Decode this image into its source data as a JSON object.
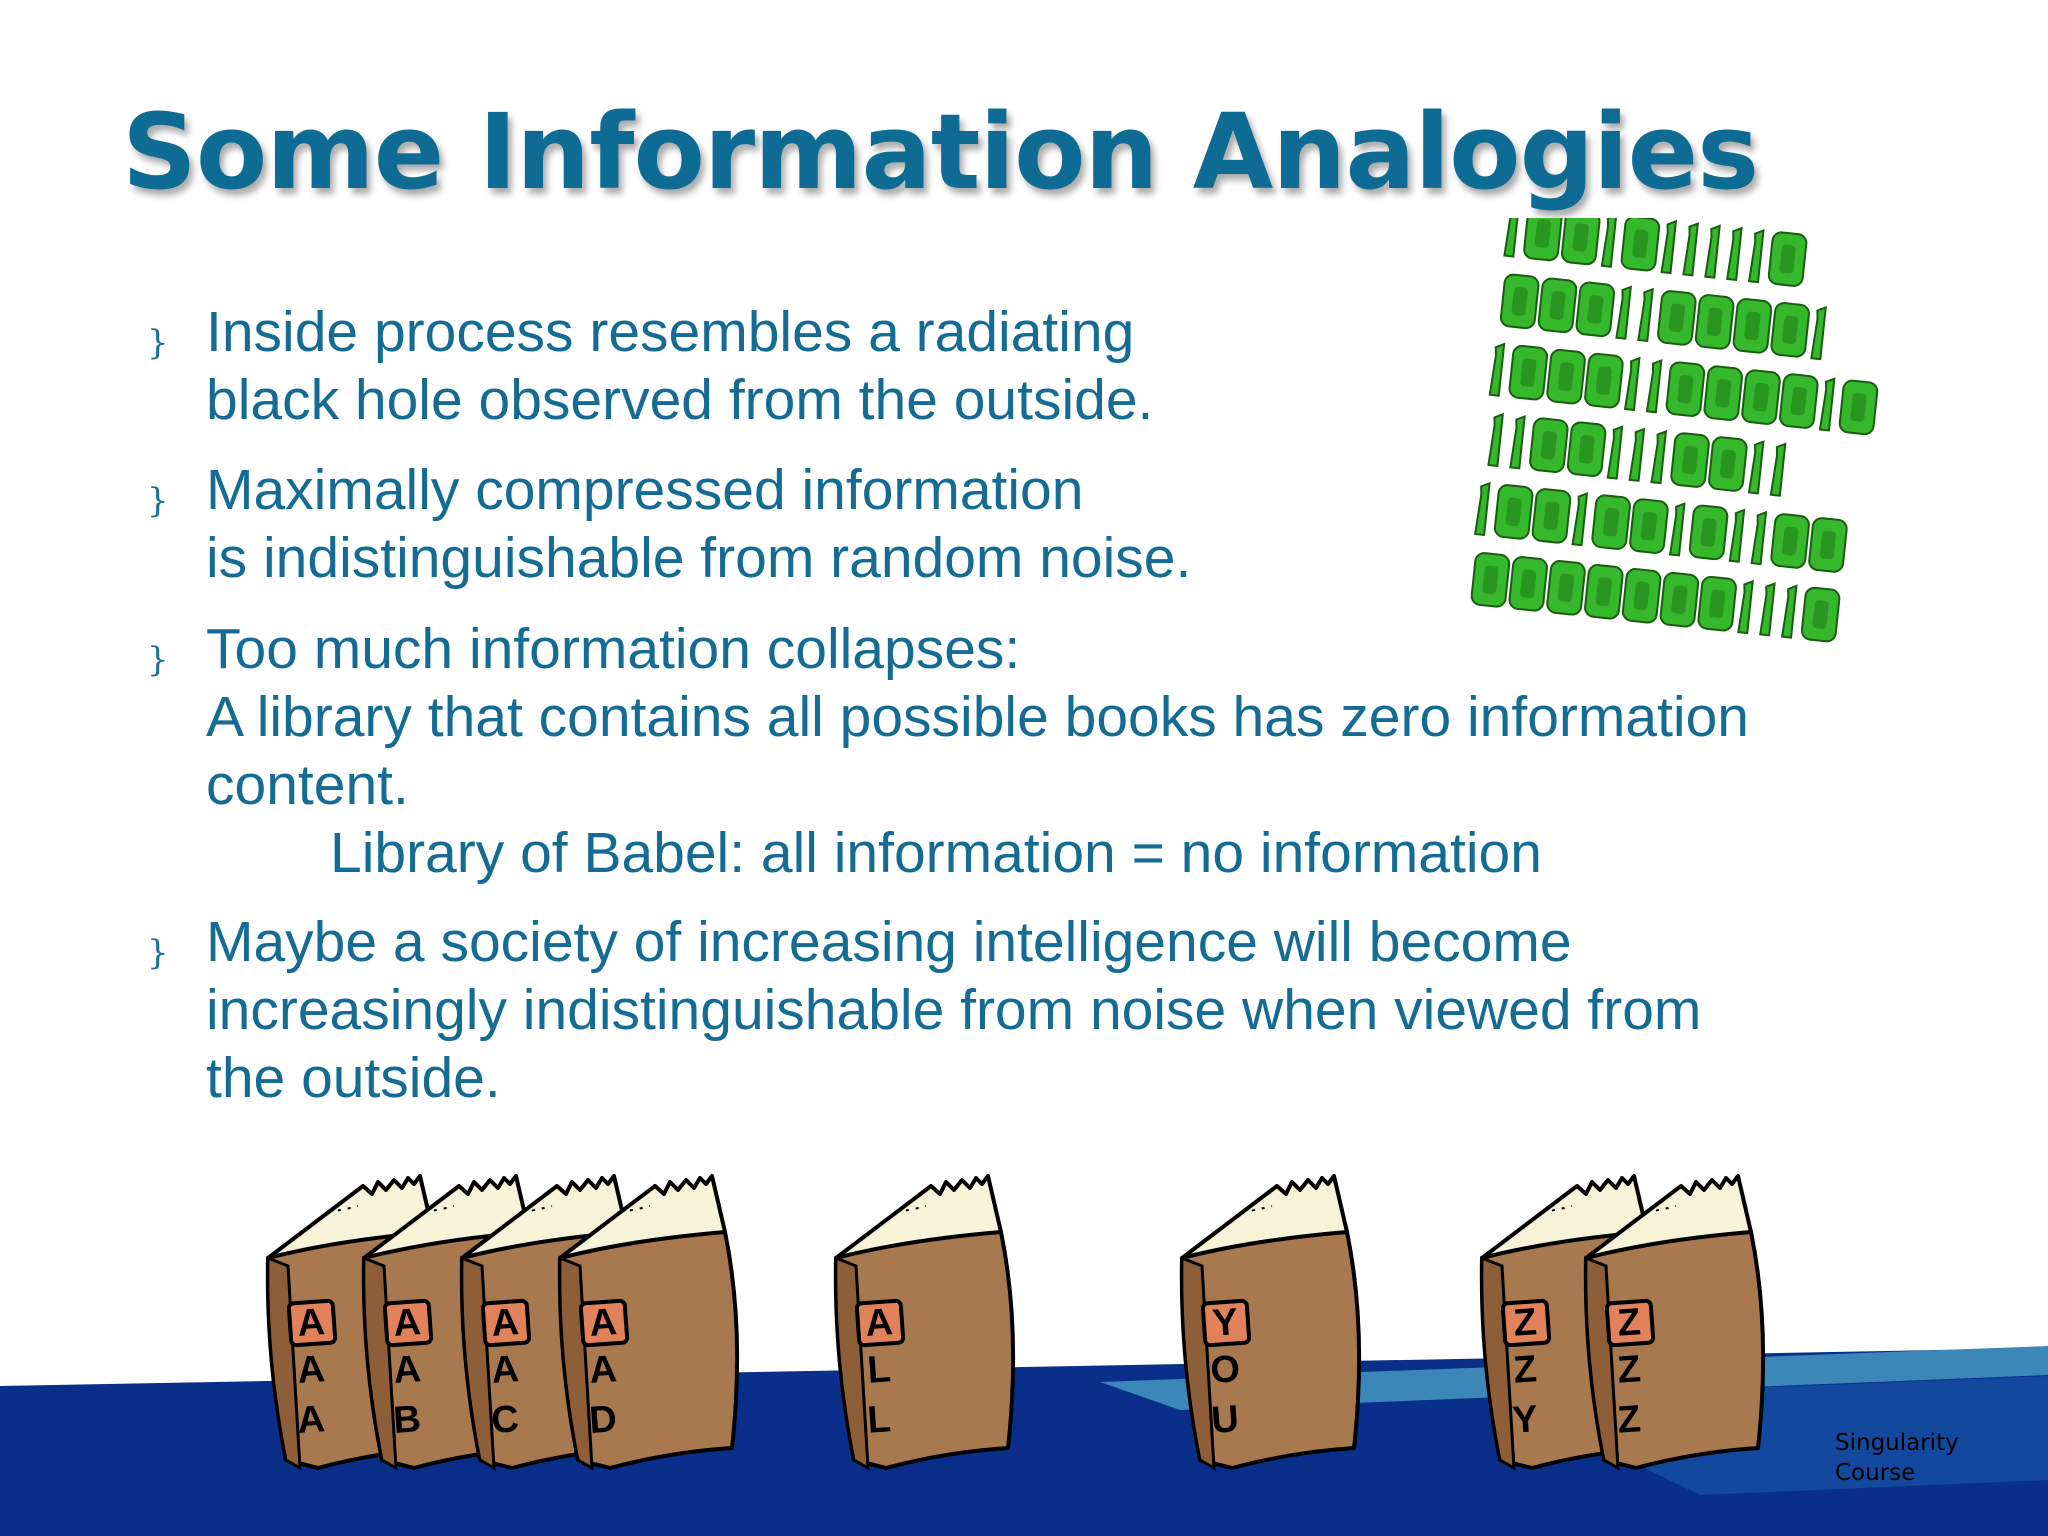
{
  "slide": {
    "title": "Some Information Analogies",
    "bullet_glyph": "}",
    "bullets": [
      {
        "lines": [
          "Inside process resembles a radiating",
          "black hole observed from the outside."
        ]
      },
      {
        "lines": [
          "Maximally compressed information",
          "is indistinguishable from random noise."
        ]
      },
      {
        "lines": [
          "Too much information collapses:",
          "A library that contains all possible books has zero information",
          "content."
        ],
        "sub": "Library of Babel:  all information = no information"
      },
      {
        "lines": [
          "Maybe a society of increasing intelligence will become",
          "increasingly indistinguishable from noise when viewed from",
          "the outside."
        ]
      }
    ],
    "books": [
      {
        "spine": [
          "A",
          "A",
          "A"
        ]
      },
      {
        "spine": [
          "A",
          "A",
          "B"
        ]
      },
      {
        "spine": [
          "A",
          "A",
          "C"
        ]
      },
      {
        "spine": [
          "A",
          "A",
          "D"
        ]
      },
      {
        "spine": [
          "A",
          "L",
          "L"
        ]
      },
      {
        "spine": [
          "Y",
          "O",
          "U"
        ]
      },
      {
        "spine": [
          "Z",
          "Z",
          "Y"
        ]
      },
      {
        "spine": [
          "Z",
          "Z",
          "Z"
        ]
      }
    ],
    "footer_note": [
      "Singularity",
      "Course"
    ],
    "icons": {
      "binary_art": "binary-digits-icon",
      "books_art": "library-books-icon"
    },
    "colors": {
      "title": "#0e6b93",
      "body_text": "#146b93",
      "binary_digit": "#35b82b",
      "binary_outline": "#1a5c10",
      "book_cover": "#a8784f",
      "book_label": "#e2825a",
      "band_dark": "#0a2f8a",
      "band_light": "#3b88b8"
    }
  }
}
